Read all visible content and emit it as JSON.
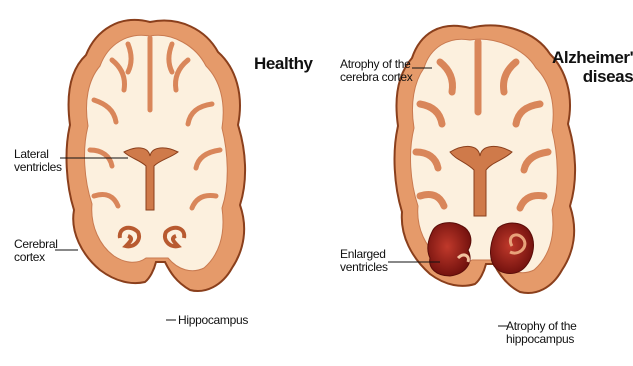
{
  "healthy": {
    "title": "Healthy",
    "labels": {
      "lateral_ventricles": [
        "Lateral",
        "ventricles"
      ],
      "cerebral_cortex": [
        "Cerebral",
        "cortex"
      ],
      "hippocampus": "Hippocampus"
    }
  },
  "alzheimers": {
    "title": [
      "Alzheimer's",
      "disease"
    ],
    "labels": {
      "atrophy_cortex": [
        "Atrophy of the",
        "cerebra cortex"
      ],
      "enlarged_ventricles": [
        "Enlarged",
        "ventricles"
      ],
      "atrophy_hippocampus": [
        "Atrophy of the",
        "hippocampus"
      ]
    }
  },
  "colors": {
    "cortex_outer": "#e59a6a",
    "cortex_edge": "#8a3f1c",
    "white_matter": "#fcf0de",
    "ventricle_dark": "#7a1410",
    "ventricle_mid": "#a52a1a"
  }
}
